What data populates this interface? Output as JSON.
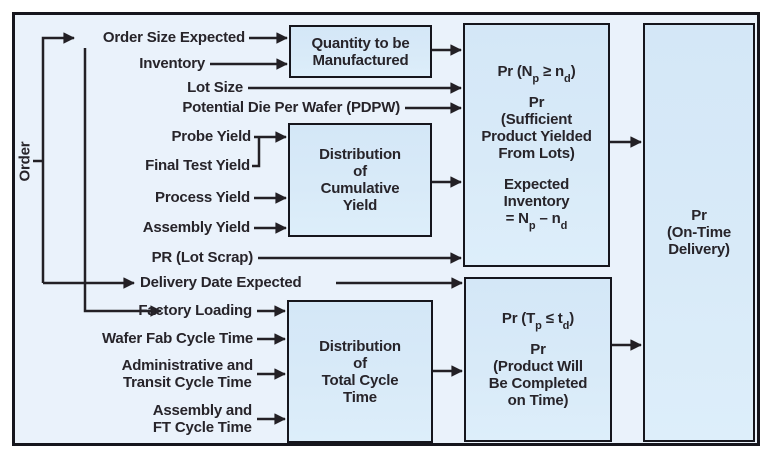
{
  "colors": {
    "background": "#ffffff",
    "panel": "#eaf2fb",
    "box_fill": "#d8eaf8",
    "line": "#232025",
    "border": "#16161d",
    "text": "#27242a"
  },
  "order_label": "Order",
  "inputs": {
    "order_size": "Order Size Expected",
    "inventory": "Inventory",
    "lot_size": "Lot Size",
    "pdpw": "Potential Die Per Wafer (PDPW)",
    "probe_yield": "Probe Yield",
    "final_test_yield": "Final Test Yield",
    "process_yield": "Process Yield",
    "assembly_yield": "Assembly Yield",
    "pr_lot_scrap": "PR (Lot Scrap)",
    "delivery_date": "Delivery Date Expected",
    "factory_loading": "Factory Loading",
    "wafer_fab_ct": "Wafer Fab Cycle Time",
    "admin_ct_line1": "Administrative and",
    "admin_ct_line2": "Transit Cycle Time",
    "assembly_ft_line1": "Assembly and",
    "assembly_ft_line2": "FT Cycle Time"
  },
  "boxes": {
    "quantity": {
      "line1": "Quantity to be",
      "line2": "Manufactured"
    },
    "cumulative_yield": {
      "line1": "Distribution",
      "line2": "of",
      "line3": "Cumulative",
      "line4": "Yield"
    },
    "total_cycle": {
      "line1": "Distribution",
      "line2": "of",
      "line3": "Total Cycle",
      "line4": "Time"
    },
    "yield_prob": {
      "f1": {
        "a": "Pr (N",
        "s1": "p",
        "b": " ≥ n",
        "s2": "d",
        "c": ")"
      },
      "pr": "Pr",
      "desc1": "(Sufficient",
      "desc2": "Product Yielded",
      "desc3": "From Lots)",
      "exp1": "Expected",
      "exp2": "Inventory",
      "f2": {
        "a": "= N",
        "s1": "p",
        "b": " – n",
        "s2": "d",
        "c": ""
      }
    },
    "time_prob": {
      "f1": {
        "a": "Pr (T",
        "s1": "p",
        "b": " ≤ t",
        "s2": "d",
        "c": ")"
      },
      "pr": "Pr",
      "desc1": "(Product Will",
      "desc2": "Be Completed",
      "desc3": "on Time)"
    },
    "on_time": {
      "line1": "Pr",
      "line2": "(On-Time",
      "line3": "Delivery)"
    }
  }
}
